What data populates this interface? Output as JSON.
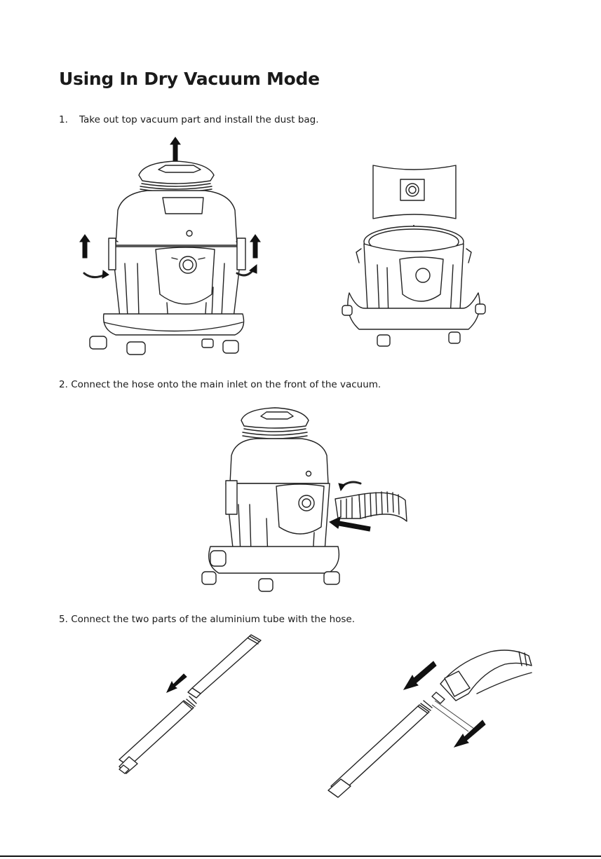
{
  "page": {
    "title": "Using In Dry Vacuum Mode"
  },
  "steps": [
    {
      "number": "1.",
      "text": "Take out top vacuum part and install the dust bag."
    },
    {
      "number": "2.",
      "text": "Connect the hose onto the main inlet on the front of the vacuum."
    },
    {
      "number": "5.",
      "text": "Connect the two parts of the aluminium tube with the hose."
    }
  ]
}
